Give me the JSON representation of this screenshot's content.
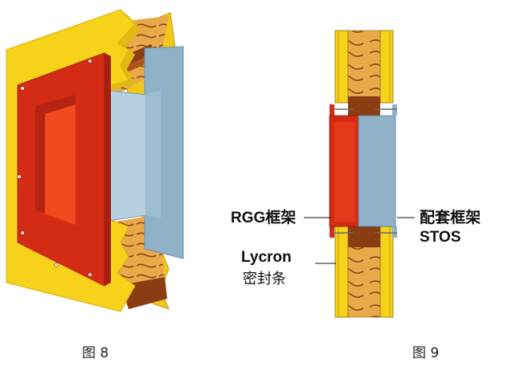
{
  "figures": {
    "fig8": {
      "caption": "图 8"
    },
    "fig9": {
      "caption": "图 9"
    }
  },
  "labels": {
    "rgg": "RGG框架",
    "stos_1": "配套框架",
    "stos_2": "STOS",
    "lycron_1": "Lycron",
    "lycron_2": "密封条"
  },
  "colors": {
    "yellow_wall": "#f6d21a",
    "insulation": "#e9a948",
    "wood_stud": "#8a3d12",
    "red_frame": "#d42b14",
    "red_opening": "#f04a1e",
    "blue_frame": "#8fb2c9",
    "blue_light": "#b6cfdf"
  }
}
